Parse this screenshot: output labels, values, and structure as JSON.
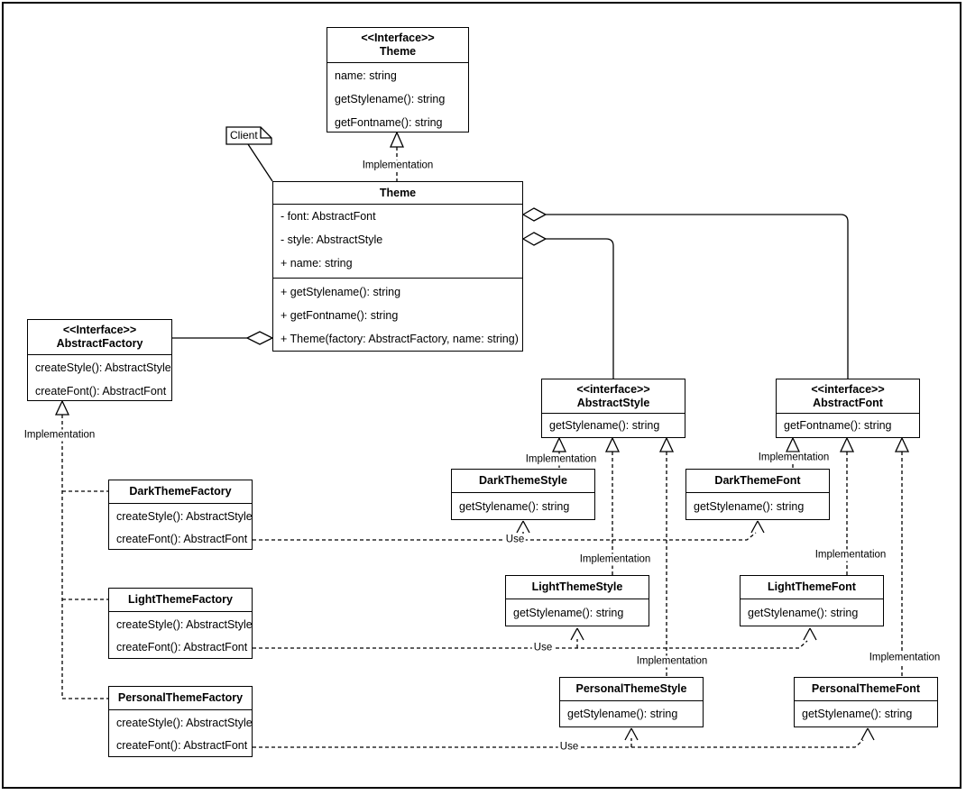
{
  "colors": {
    "line": "#000000",
    "background": "#ffffff"
  },
  "labels": {
    "implementation": "Implementation",
    "use": "Use"
  },
  "note": {
    "client": "Client"
  },
  "classes": {
    "theme_interface": {
      "stereotype": "<<Interface>>",
      "name": "Theme",
      "members": [
        "name: string",
        "getStylename(): string",
        "getFontname(): string"
      ]
    },
    "theme": {
      "name": "Theme",
      "attributes": [
        "- font: AbstractFont",
        "- style: AbstractStyle",
        "+ name: string"
      ],
      "methods": [
        "+ getStylename(): string",
        "+ getFontname(): string",
        "+ Theme(factory: AbstractFactory, name: string)"
      ]
    },
    "abstract_factory": {
      "stereotype": "<<Interface>>",
      "name": "AbstractFactory",
      "members": [
        "createStyle(): AbstractStyle",
        "createFont(): AbstractFont"
      ]
    },
    "abstract_style": {
      "stereotype": "<<interface>>",
      "name": "AbstractStyle",
      "members": [
        "getStylename(): string"
      ]
    },
    "abstract_font": {
      "stereotype": "<<interface>>",
      "name": "AbstractFont",
      "members": [
        "getFontname(): string"
      ]
    },
    "dark_theme_factory": {
      "name": "DarkThemeFactory",
      "members": [
        "createStyle(): AbstractStyle",
        "createFont(): AbstractFont"
      ]
    },
    "light_theme_factory": {
      "name": "LightThemeFactory",
      "members": [
        "createStyle(): AbstractStyle",
        "createFont(): AbstractFont"
      ]
    },
    "personal_theme_factory": {
      "name": "PersonalThemeFactory",
      "members": [
        "createStyle(): AbstractStyle",
        "createFont(): AbstractFont"
      ]
    },
    "dark_theme_style": {
      "name": "DarkThemeStyle",
      "members": [
        "getStylename(): string"
      ]
    },
    "light_theme_style": {
      "name": "LightThemeStyle",
      "members": [
        "getStylename(): string"
      ]
    },
    "personal_theme_style": {
      "name": "PersonalThemeStyle",
      "members": [
        "getStylename(): string"
      ]
    },
    "dark_theme_font": {
      "name": "DarkThemeFont",
      "members": [
        "getStylename(): string"
      ]
    },
    "light_theme_font": {
      "name": "LightThemeFont",
      "members": [
        "getStylename(): string"
      ]
    },
    "personal_theme_font": {
      "name": "PersonalThemeFont",
      "members": [
        "getStylename(): string"
      ]
    }
  }
}
